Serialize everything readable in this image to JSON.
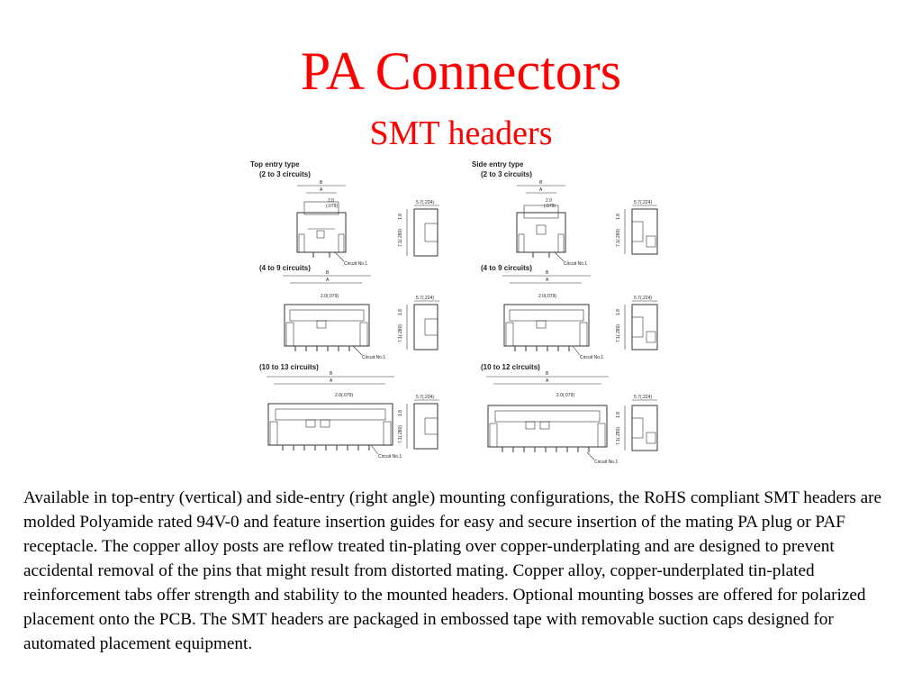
{
  "title": "PA Connectors",
  "subtitle": "SMT headers",
  "figure": {
    "columns": [
      {
        "heading_line1": "Top entry type",
        "heading_line2": "(2 to 3 circuits)",
        "row2_label": "(4 to 9 circuits)",
        "row3_label": "(10 to 13 circuits)"
      },
      {
        "heading_line1": "Side entry type",
        "heading_line2": "(2 to 3 circuits)",
        "row2_label": "(4 to 9 circuits)",
        "row3_label": "(10 to 12 circuits)"
      }
    ],
    "dims": {
      "b": "B",
      "a": "A",
      "pitch_small": "2.0",
      "pitch_small_in": "(.079)",
      "pitch": "2.0(.079)",
      "side_width": "5.7(.224)",
      "height": "7.1(.280)",
      "offset": "1.8",
      "circuit": "Circuit No.1"
    }
  },
  "description": "Available in top-entry (vertical) and side-entry (right angle) mounting configurations, the RoHS compliant SMT headers are molded Polyamide rated 94V-0 and feature insertion guides for easy and secure insertion of the mating PA plug or PAF receptacle. The copper alloy posts are reflow treated tin-plating over copper-underplating and are designed to prevent accidental removal of the pins that might result from distorted mating. Copper alloy, copper-underplated tin-plated reinforcement tabs offer strength and stability to the mounted headers. Optional mounting bosses are offered for polarized placement onto the PCB. The SMT headers are packaged in embossed tape with removable suction caps designed for automated placement equipment."
}
